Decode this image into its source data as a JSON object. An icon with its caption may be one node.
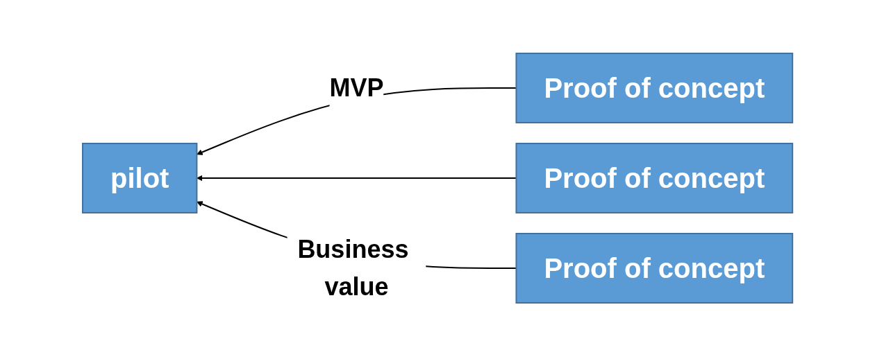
{
  "diagram": {
    "nodes": [
      {
        "text": [
          "pilot"
        ]
      },
      {
        "text": [
          "Proof of concept"
        ]
      },
      {
        "text": [
          "Proof of concept"
        ]
      },
      {
        "text": [
          "Proof of concept"
        ]
      }
    ],
    "edges": [
      {
        "from": 1,
        "to": 0,
        "arrow": "to",
        "label": "MVP"
      },
      {
        "from": 2,
        "to": 0,
        "arrow": "to"
      },
      {
        "from": 3,
        "to": 0,
        "arrow": "to",
        "label": "Business value"
      }
    ]
  }
}
